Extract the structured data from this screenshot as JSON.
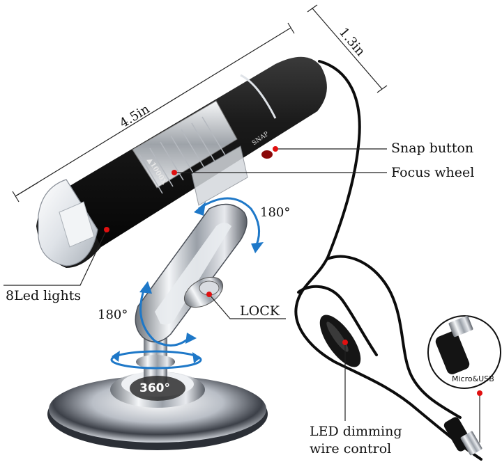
{
  "dimensions": {
    "length": "4.5in",
    "diameter": "1.3in"
  },
  "callouts": {
    "snap_button": "Snap button",
    "focus_wheel": "Focus wheel",
    "led_lights": "8Led lights",
    "lock": "LOCK",
    "led_dimming_line1": "LED dimming",
    "led_dimming_line2": "wire control"
  },
  "rotation": {
    "upper": "180°",
    "left": "180°",
    "base": "360°"
  },
  "device_marks": {
    "snap": "SNAP",
    "zoom": "▲1000X"
  },
  "connector_label": "Micro&USB",
  "colors": {
    "body": "#1b1b1b",
    "accent_red": "#e01010",
    "arrow_blue": "#1e78c8",
    "chrome": "#c8ccd2"
  }
}
